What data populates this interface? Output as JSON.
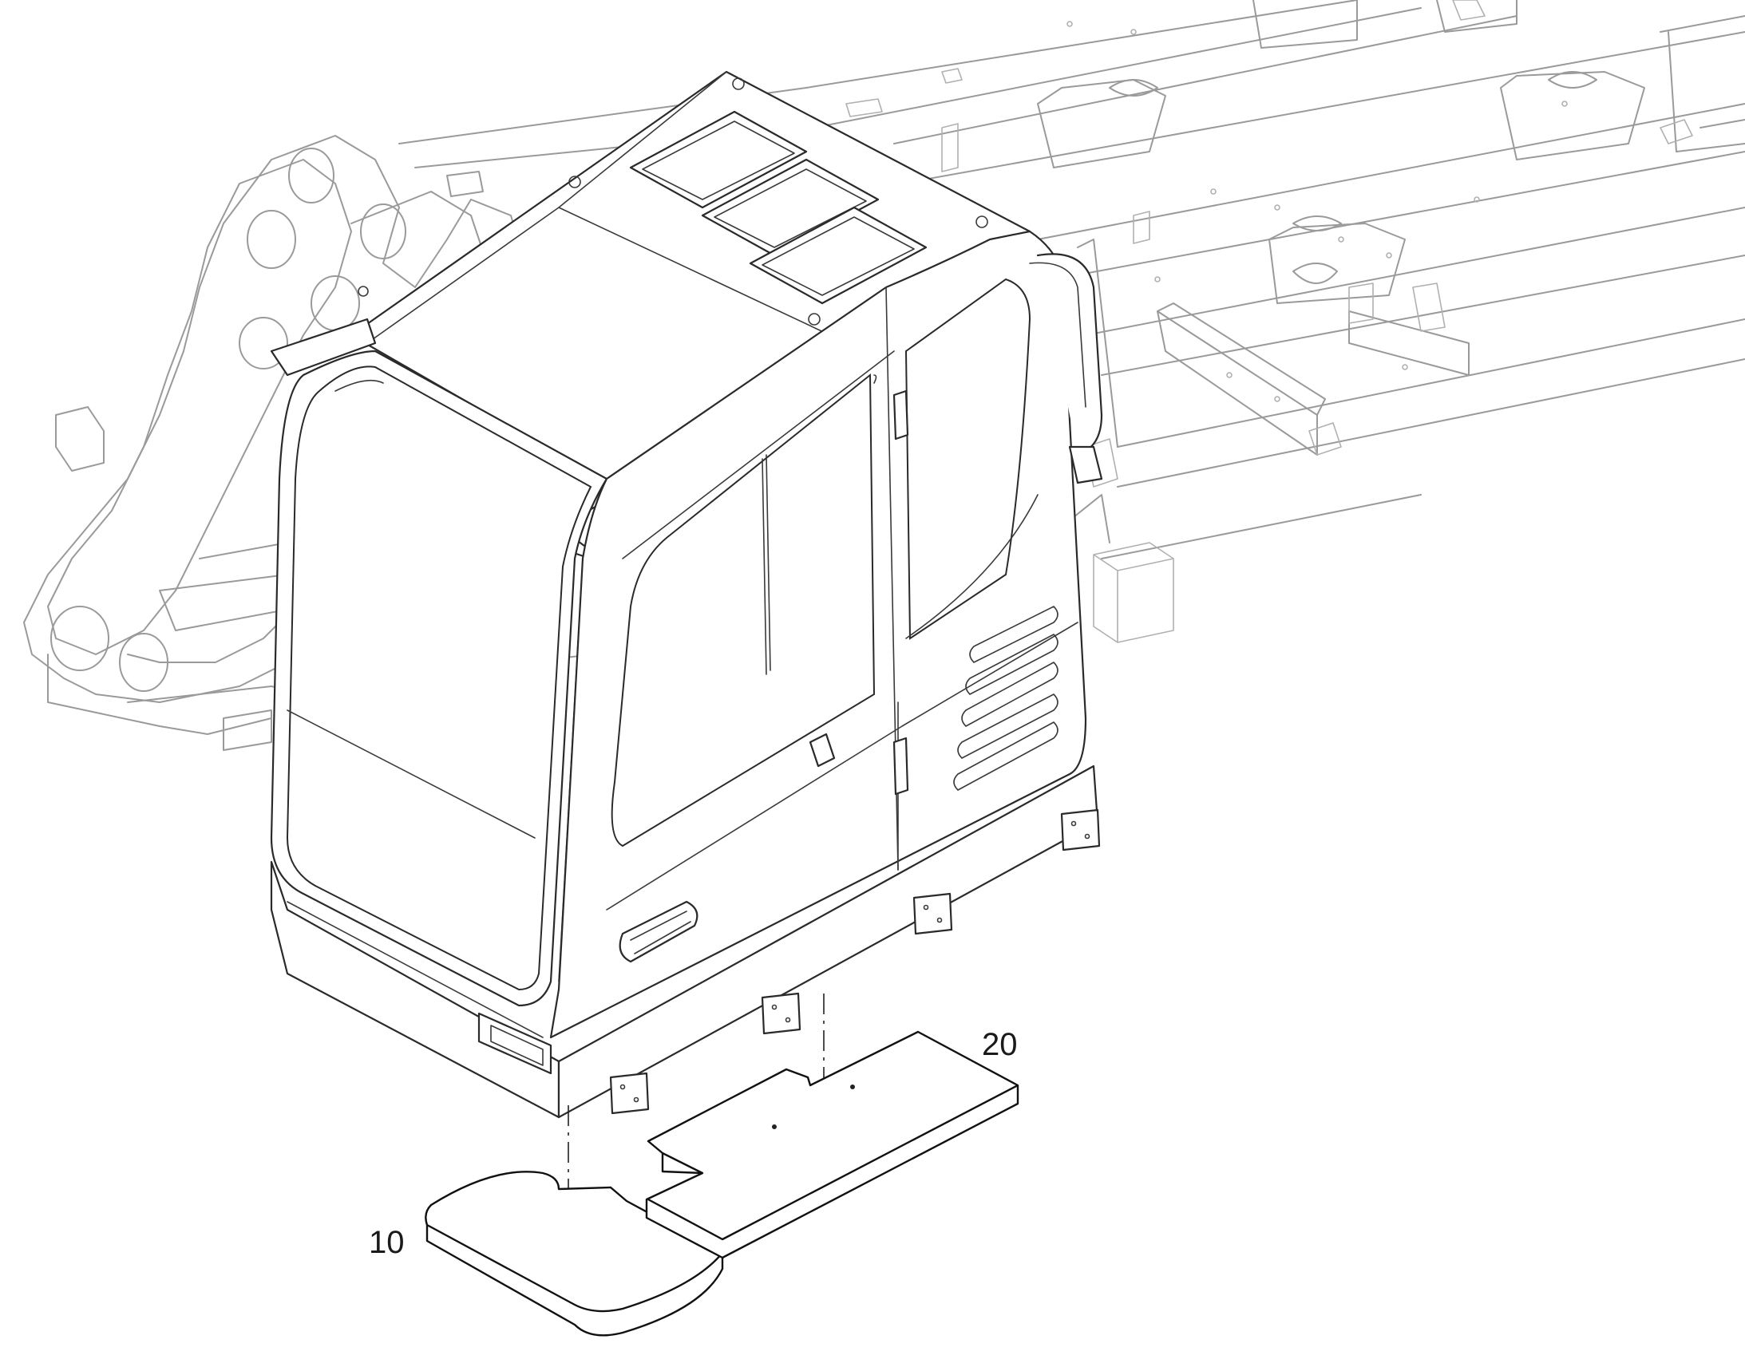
{
  "callouts": [
    {
      "id": "mat-front",
      "label": "10"
    },
    {
      "id": "mat-rear",
      "label": "20"
    }
  ],
  "colors": {
    "background": "#ffffff",
    "line_dark": "#1a1a1a",
    "line_ghost": "#9a9a9a"
  }
}
